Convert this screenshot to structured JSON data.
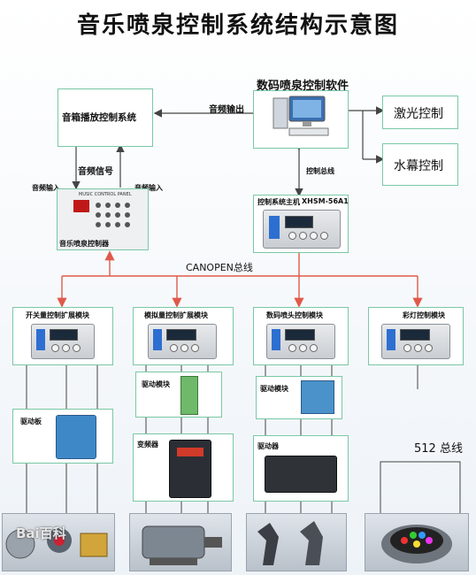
{
  "title": "音乐喷泉控制系统结构示意图",
  "software": {
    "label": "数码喷泉控制软件"
  },
  "speaker_system": {
    "label": "音箱播放控制系统"
  },
  "audio_output": "音频输出",
  "laser_control": "激光控制",
  "water_screen_control": "水幕控制",
  "control_bus": "控制总线",
  "audio_signal": "音频信号",
  "audio_input_left": "音频输入",
  "audio_input_right": "音频输入",
  "music_controller": {
    "label": "音乐喷泉控制器",
    "panel_text": "MUSIC CONTROL PANEL"
  },
  "host": {
    "label": "控制系统主机",
    "model": "XHSM-56A1"
  },
  "canopen_bus": "CANOPEN总线",
  "modules": [
    {
      "label": "开关量控制扩展模块",
      "sub1": "驱动板"
    },
    {
      "label": "模拟量控制扩展模块",
      "sub1": "驱动模块",
      "sub2": "变频器"
    },
    {
      "label": "数码喷头控制模块",
      "sub1": "驱动模块",
      "sub2": "驱动器"
    },
    {
      "label": "彩灯控制模块",
      "bus": "512 总线"
    }
  ],
  "watermark": "Bai百科",
  "colors": {
    "box_border": "#7ac8a6",
    "bus_line": "#e05a4a",
    "connector": "#444444"
  },
  "icons": [
    "computer-icon",
    "controller-device-icon",
    "host-device-icon",
    "module-device-icon",
    "driver-board-icon",
    "inverter-icon",
    "motor-icon",
    "led-light-icon",
    "valve-icon",
    "nozzle-icon"
  ]
}
